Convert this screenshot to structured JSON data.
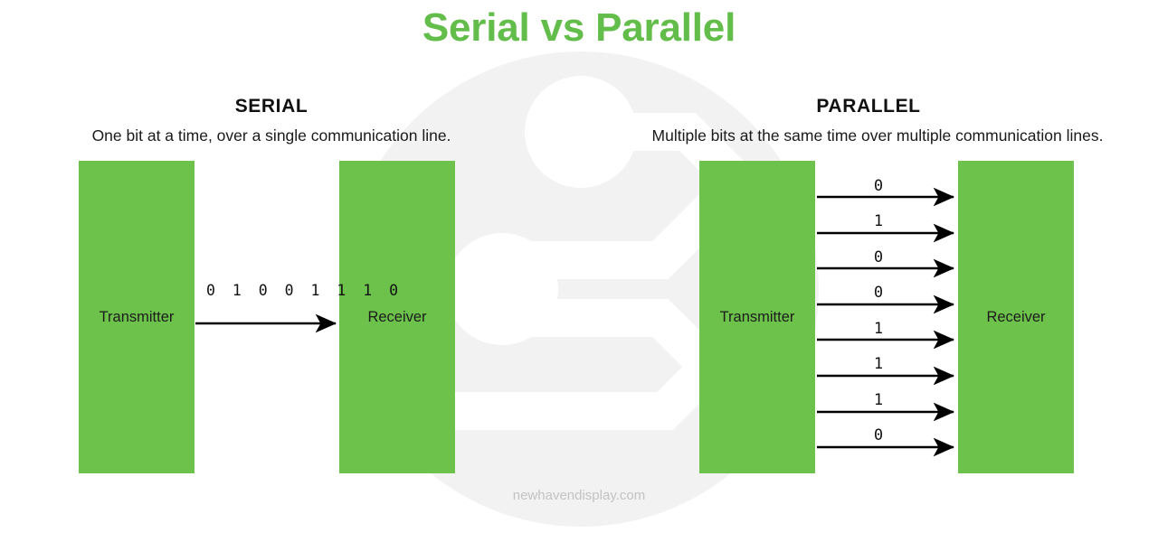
{
  "page": {
    "title": "Serial vs Parallel",
    "title_color": "#63bd4a",
    "background_color": "#ffffff",
    "watermark": "newhavendisplay.com"
  },
  "serial": {
    "heading": "SERIAL",
    "subtitle": "One bit at a time, over a single communication line.",
    "transmitter_label": "Transmitter",
    "receiver_label": "Receiver",
    "bitstream": "0 1 0 0 1 1 1 0",
    "block_color": "#6cc24a"
  },
  "parallel": {
    "heading": "PARALLEL",
    "subtitle": "Multiple bits at the same time over multiple communication lines.",
    "transmitter_label": "Transmitter",
    "receiver_label": "Receiver",
    "block_color": "#6cc24a",
    "bits": [
      "0",
      "1",
      "0",
      "0",
      "1",
      "1",
      "1",
      "0"
    ]
  }
}
